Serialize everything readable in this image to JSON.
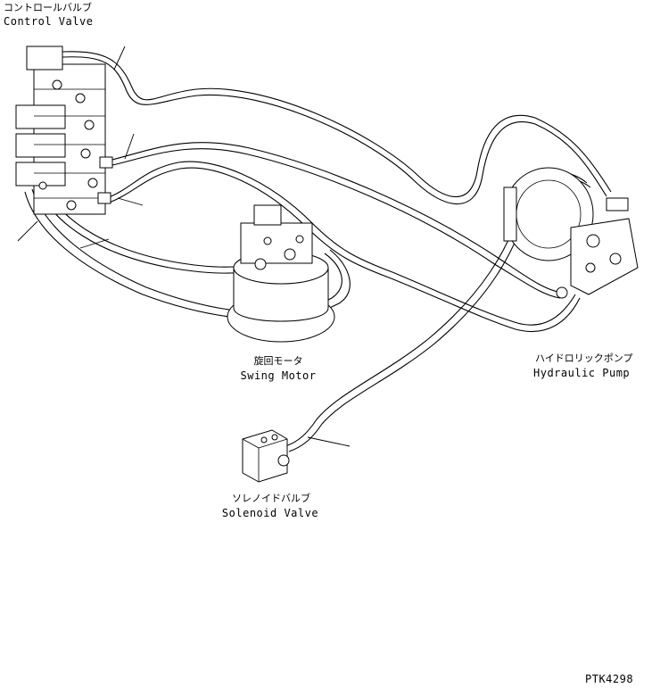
{
  "labels": {
    "control_valve_ja": "コントロールバルブ",
    "control_valve_en": "Control Valve",
    "swing_motor_ja": "旋回モータ",
    "swing_motor_en": "Swing Motor",
    "hydraulic_pump_ja": "ハイドロリックポンプ",
    "hydraulic_pump_en": "Hydraulic Pump",
    "solenoid_valve_ja": "ソレノイドバルブ",
    "solenoid_valve_en": "Solenoid Valve",
    "drawing_code": "PTK4298"
  },
  "colors": {
    "line": "#000000",
    "background": "#ffffff"
  }
}
